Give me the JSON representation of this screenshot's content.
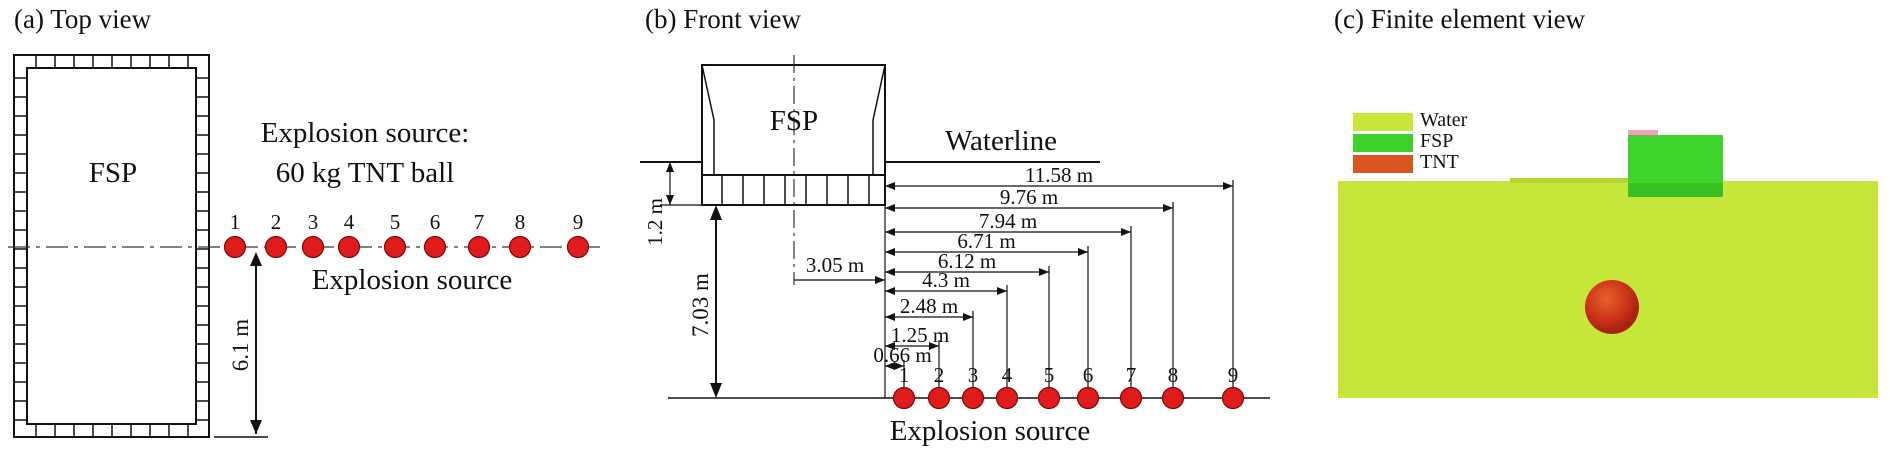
{
  "panel_a": {
    "title": "(a) Top view",
    "vessel_label": "FSP",
    "source_note_line1": "Explosion source:",
    "source_note_line2": "60 kg TNT ball",
    "row_label": "Explosion source",
    "distance_label": "6.1 m",
    "charge_numbers": [
      "1",
      "2",
      "3",
      "4",
      "5",
      "6",
      "7",
      "8",
      "9"
    ]
  },
  "panel_b": {
    "title": "(b) Front view",
    "vessel_label": "FSP",
    "waterline_label": "Waterline",
    "height_label": "1.2 m",
    "depth_label": "7.03 m",
    "offset_label": "3.05 m",
    "row_label": "Explosion source",
    "charge_numbers": [
      "1",
      "2",
      "3",
      "4",
      "5",
      "6",
      "7",
      "8",
      "9"
    ],
    "charge_distances": [
      "0.66 m",
      "1.25 m",
      "2.48 m",
      "4.3 m",
      "6.12 m",
      "6.71 m",
      "7.94 m",
      "9.76 m",
      "11.58 m"
    ]
  },
  "panel_c": {
    "title": "(c) Finite element view",
    "legend": [
      {
        "label": "Water",
        "color": "#c9e73a"
      },
      {
        "label": "FSP",
        "color": "#3fd12b"
      },
      {
        "label": "TNT",
        "color": "#d9541f"
      }
    ]
  },
  "colors": {
    "charge": "#e01b1b",
    "water": "#c6e63a",
    "fsp": "#3ed42c",
    "tnt": "#d8461a"
  }
}
